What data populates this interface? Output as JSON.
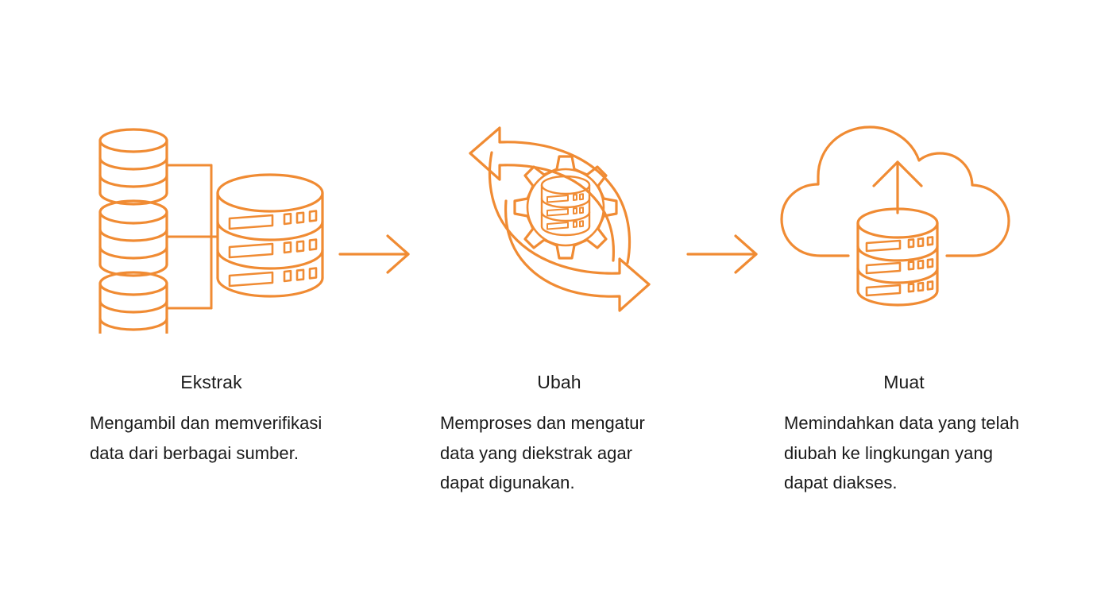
{
  "page": {
    "background_color": "#ffffff",
    "accent_color": "#f08b33",
    "text_color": "#1a1a1a",
    "title_color": "#1b1b1b",
    "layout": "three-stage horizontal process flow"
  },
  "stages": [
    {
      "id": "extract",
      "title": "Ekstrak",
      "description": "Mengambil dan memverifikasi data dari berbagai sumber.",
      "icon": "multiple-databases-to-server-icon"
    },
    {
      "id": "transform",
      "title": "Ubah",
      "description": "Memproses dan mengatur data yang diekstrak agar dapat digunakan.",
      "icon": "gear-database-cycle-icon"
    },
    {
      "id": "load",
      "title": "Muat",
      "description": "Memindahkan data yang telah diubah ke lingkungan yang dapat diakses.",
      "icon": "cloud-upload-database-icon"
    }
  ],
  "connectors": [
    {
      "id": "connector-extract-transform",
      "icon": "arrow-right-icon"
    },
    {
      "id": "connector-transform-load",
      "icon": "arrow-right-icon"
    }
  ]
}
